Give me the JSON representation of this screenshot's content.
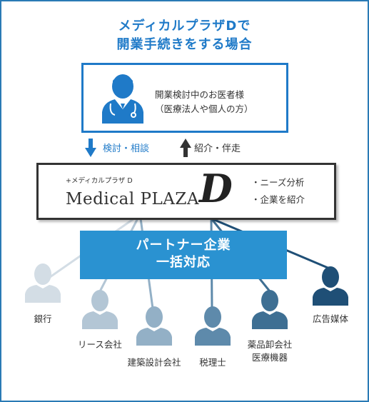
{
  "title": {
    "line1": "メディカルプラザDで",
    "line2": "開業手続きをする場合"
  },
  "doctor": {
    "line1": "開業検討中のお医者様",
    "line2": "（医療法人や個人の方）"
  },
  "arrows": {
    "down_label": "検討・相談",
    "up_label": "紹介・伴走",
    "down_color": "#1f7ac8",
    "up_color": "#333333"
  },
  "plaza": {
    "small_logo": "+メディカルプラザ D",
    "logo_name": "Medical PLAZA",
    "logo_letter": "D",
    "bullets": [
      "・ニーズ分析",
      "・企業を紹介"
    ]
  },
  "partner": {
    "line1": "パートナー企業",
    "line2": "一括対応",
    "color": "#2a92d1"
  },
  "partners": [
    {
      "label": "銀行",
      "color": "#d3dde5"
    },
    {
      "label": "リース会社",
      "color": "#b3c6d5"
    },
    {
      "label": "建築設計会社",
      "color": "#93b0c6"
    },
    {
      "label": "税理士",
      "color": "#5e8aab"
    },
    {
      "label": "薬品卸会社\n医療機器",
      "color": "#3e6f93"
    },
    {
      "label": "広告媒体",
      "color": "#1f4f76"
    }
  ],
  "colors": {
    "accent": "#1f7ac8",
    "frame": "#2a7ab5",
    "dark": "#333333"
  }
}
